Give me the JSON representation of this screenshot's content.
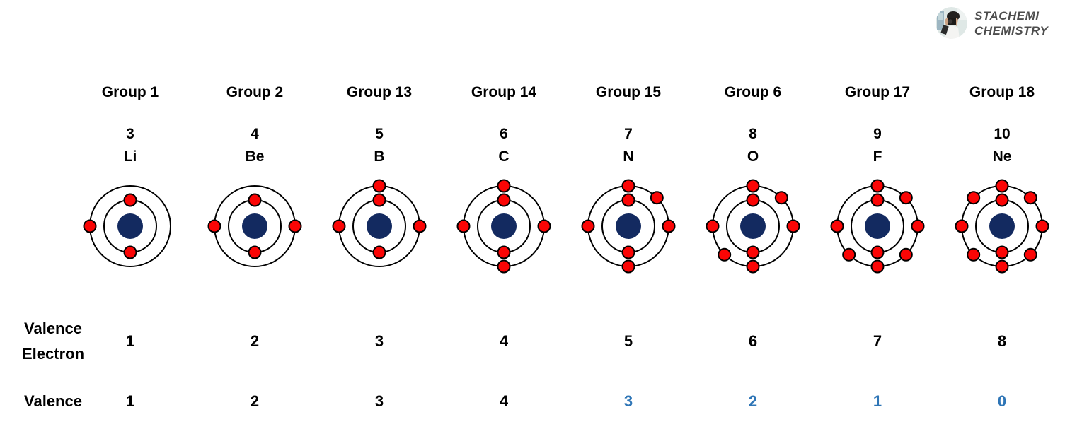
{
  "brand": {
    "name_line1": "STACHEMI",
    "name_line2": "CHEMISTRY",
    "avatar_icon": "photographer-portrait-photo"
  },
  "row_labels": {
    "valence_electron": "Valence\nElectron",
    "valence": "Valence"
  },
  "colors": {
    "nucleus": "#132a60",
    "electron": "#fb0505",
    "electron_outline": "#000000",
    "ring": "#000000",
    "text": "#000000",
    "valence_highlight": "#2e75b6",
    "brand_text": "#4d4d4d"
  },
  "atom_geometry": {
    "outer_ring_radius": 57,
    "inner_ring_radius": 37,
    "nucleus_radius": 18,
    "electron_radius": 8.5
  },
  "elements": [
    {
      "group": "Group 1",
      "atomic_number": "3",
      "symbol": "Li",
      "valence_electrons": "1",
      "valence": "1",
      "valence_highlighted": false,
      "shells": {
        "inner": [
          0,
          180
        ],
        "outer": [
          270
        ]
      }
    },
    {
      "group": "Group 2",
      "atomic_number": "4",
      "symbol": "Be",
      "valence_electrons": "2",
      "valence": "2",
      "valence_highlighted": false,
      "shells": {
        "inner": [
          0,
          180
        ],
        "outer": [
          270,
          90
        ]
      }
    },
    {
      "group": "Group 13",
      "atomic_number": "5",
      "symbol": "B",
      "valence_electrons": "3",
      "valence": "3",
      "valence_highlighted": false,
      "shells": {
        "inner": [
          0,
          180
        ],
        "outer": [
          0,
          270,
          90
        ]
      }
    },
    {
      "group": "Group 14",
      "atomic_number": "6",
      "symbol": "C",
      "valence_electrons": "4",
      "valence": "4",
      "valence_highlighted": false,
      "shells": {
        "inner": [
          0,
          180
        ],
        "outer": [
          0,
          90,
          180,
          270
        ]
      }
    },
    {
      "group": "Group 15",
      "atomic_number": "7",
      "symbol": "N",
      "valence_electrons": "5",
      "valence": "3",
      "valence_highlighted": true,
      "shells": {
        "inner": [
          0,
          180
        ],
        "outer": [
          0,
          45,
          90,
          180,
          270
        ]
      }
    },
    {
      "group": "Group 6",
      "atomic_number": "8",
      "symbol": "O",
      "valence_electrons": "6",
      "valence": "2",
      "valence_highlighted": true,
      "shells": {
        "inner": [
          0,
          180
        ],
        "outer": [
          0,
          45,
          90,
          180,
          225,
          270
        ]
      }
    },
    {
      "group": "Group 17",
      "atomic_number": "9",
      "symbol": "F",
      "valence_electrons": "7",
      "valence": "1",
      "valence_highlighted": true,
      "shells": {
        "inner": [
          0,
          180
        ],
        "outer": [
          0,
          45,
          90,
          135,
          180,
          225,
          270
        ]
      }
    },
    {
      "group": "Group 18",
      "atomic_number": "10",
      "symbol": "Ne",
      "valence_electrons": "8",
      "valence": "0",
      "valence_highlighted": true,
      "shells": {
        "inner": [
          0,
          180
        ],
        "outer": [
          0,
          45,
          90,
          135,
          180,
          225,
          270,
          315
        ]
      }
    }
  ]
}
